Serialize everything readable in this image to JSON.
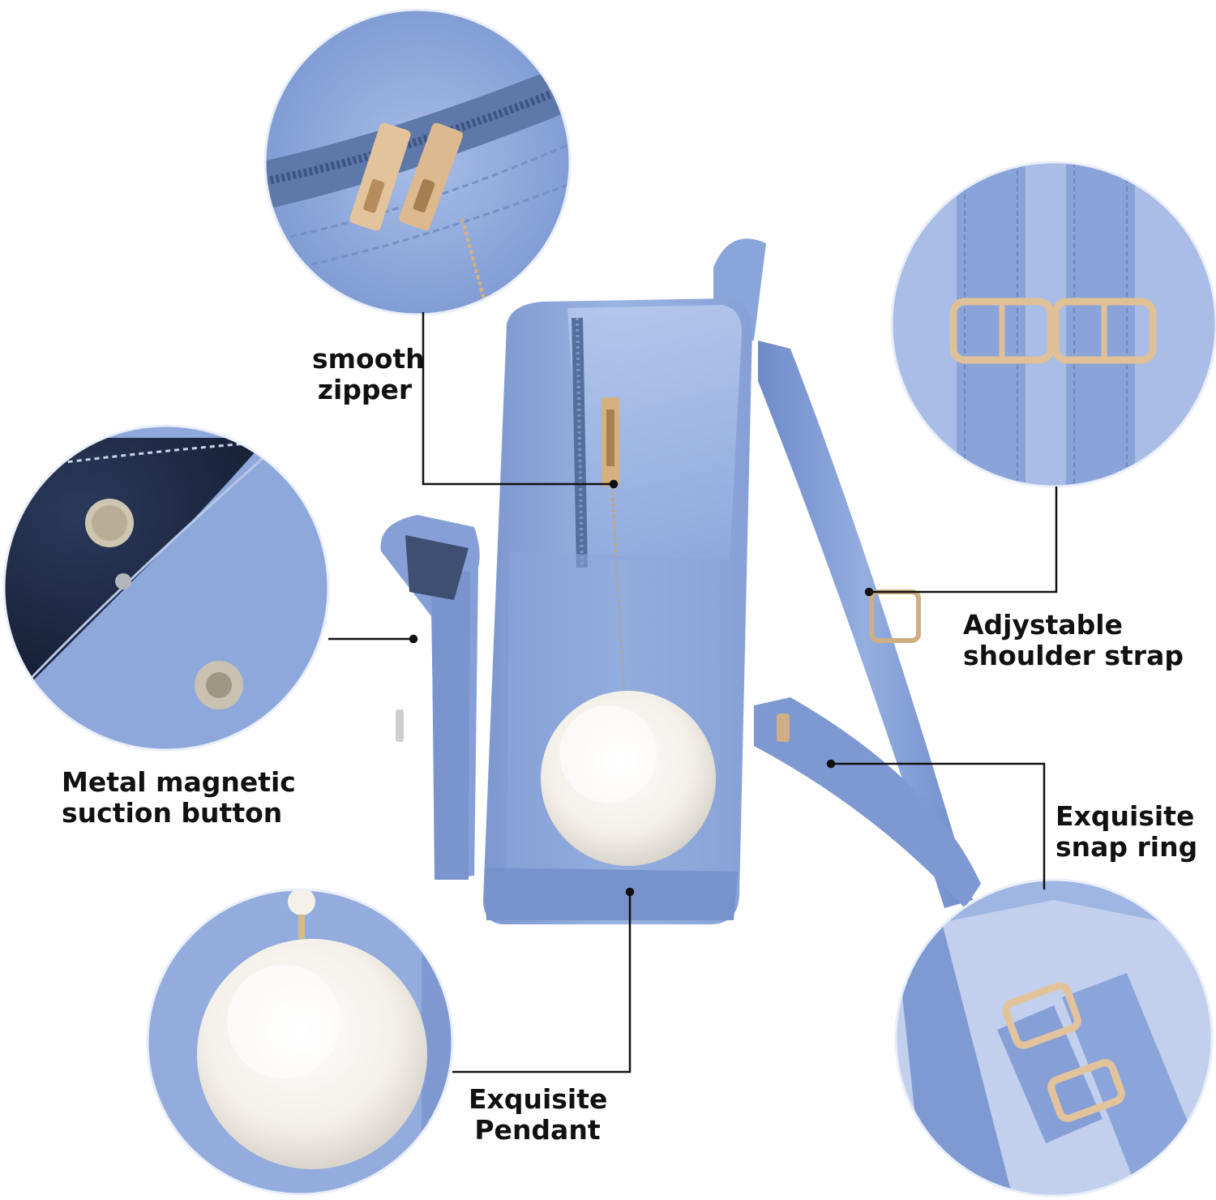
{
  "palette": {
    "leather": "#8fa9dc",
    "leather_light": "#b6c8ec",
    "leather_dark": "#5f7cb8",
    "gold": "#d9b48a",
    "pompom": "#f7f4ef",
    "leader_line": "#111111"
  },
  "callouts": {
    "zipper": {
      "line1": "smooth",
      "line2": "zipper"
    },
    "strap": {
      "line1": "Adjystable",
      "line2": "shoulder strap"
    },
    "magnet": {
      "line1": "Metal magnetic",
      "line2": "suction button"
    },
    "ring": {
      "line1": "Exquisite",
      "line2": "snap ring"
    },
    "pendant": {
      "line1": "Exquisite",
      "line2": "Pendant"
    }
  },
  "detail_views": [
    {
      "name": "zipper-closeup",
      "subject": "double gold zipper pulls"
    },
    {
      "name": "strap-buckle-closeup",
      "subject": "two gold adjuster buckles"
    },
    {
      "name": "magnet-button-closeup",
      "subject": "magnetic snap button"
    },
    {
      "name": "snap-ring-closeup",
      "subject": "gold D-ring on strap"
    },
    {
      "name": "pendant-closeup",
      "subject": "white fur pompom with pearl"
    }
  ]
}
